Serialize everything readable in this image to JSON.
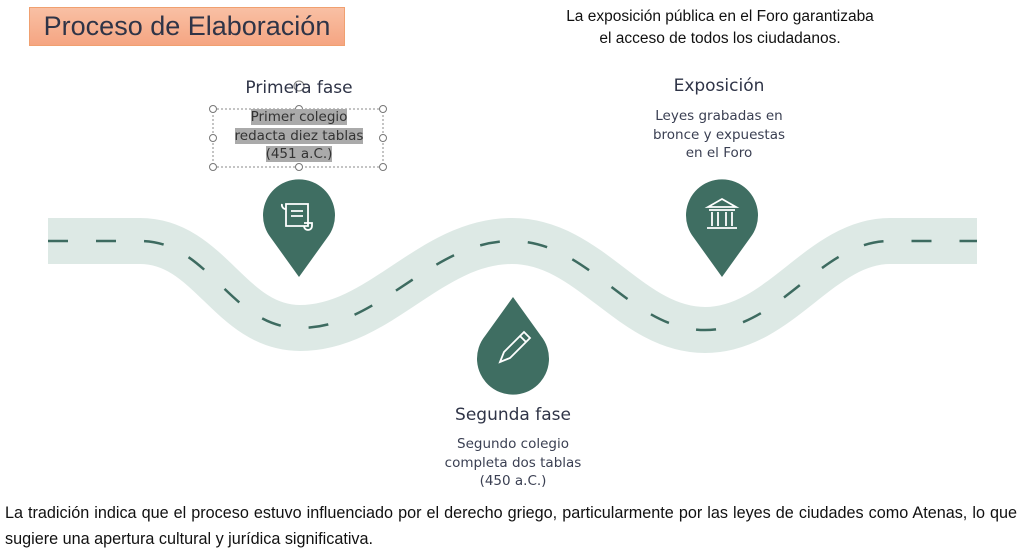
{
  "title": "Proceso de Elaboración",
  "note": {
    "line1": "La exposición pública en el Foro garantizaba",
    "line2": "el acceso de todos los ciudadanos."
  },
  "stages": [
    {
      "heading": "Primera fase",
      "lines": [
        "Primer colegio",
        "redacta diez tablas",
        "(451 a.C.)"
      ],
      "icon": "scroll-icon"
    },
    {
      "heading": "Segunda fase",
      "lines": [
        "Segundo colegio",
        "completa dos tablas",
        "(450 a.C.)"
      ],
      "icon": "pencil-icon"
    },
    {
      "heading": "Exposición",
      "lines": [
        "Leyes grabadas en",
        "bronce y expuestas",
        "en el Foro"
      ],
      "icon": "temple-icon"
    }
  ],
  "paragraph": "La tradición indica que el proceso estuvo influenciado por el derecho griego, particularmente por las leyes de ciudades como Atenas, lo que sugiere una apertura cultural y jurídica significativa.",
  "colors": {
    "road": "#dde9e5",
    "pin": "#3f6e62",
    "title_bg": "#f7b092"
  }
}
